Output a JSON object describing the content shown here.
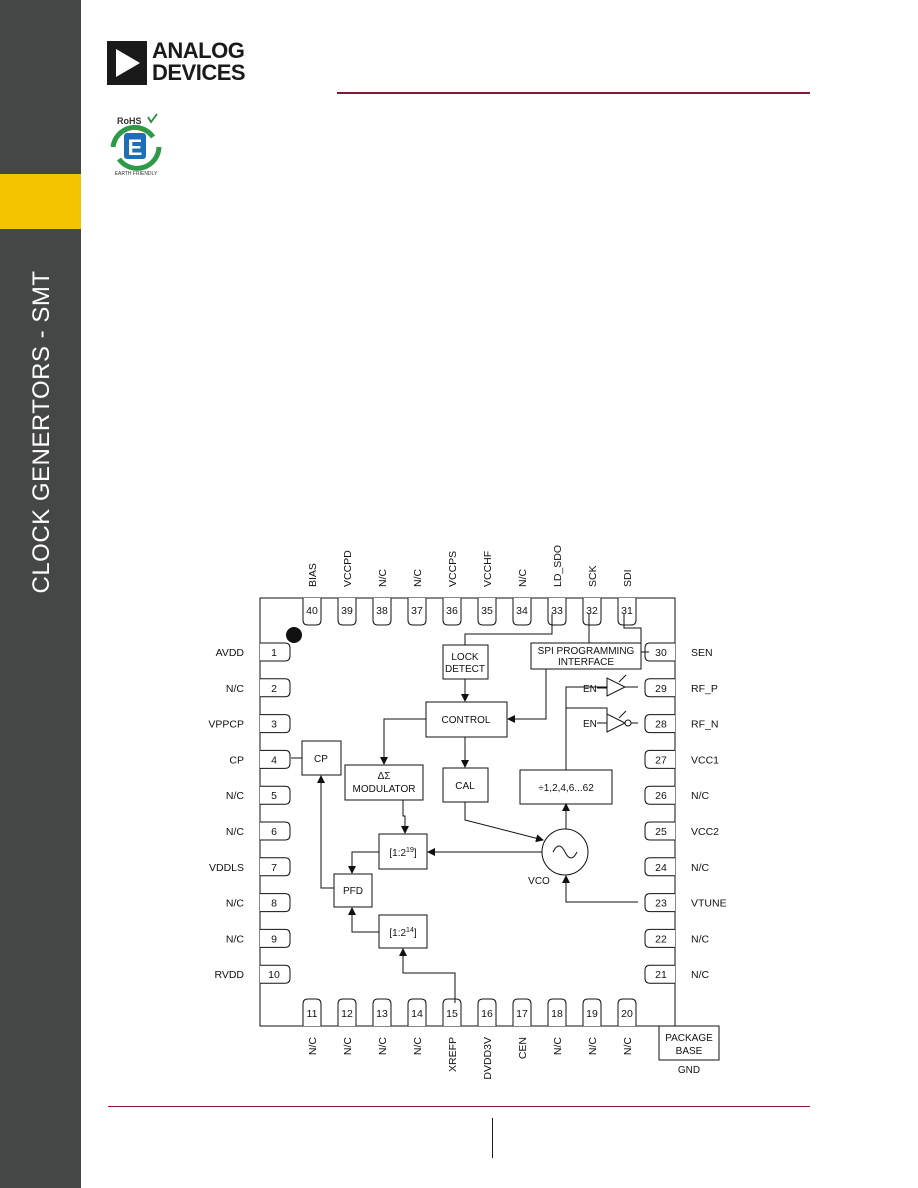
{
  "sidebar": {
    "title": "CLOCK GENERTORS - SMT",
    "bg_color": "#454746",
    "accent_color": "#f5c400"
  },
  "header": {
    "logo_line1": "ANALOG",
    "logo_line2": "DEVICES",
    "rule_color": "#8a1538"
  },
  "badge": {
    "top_text": "RoHS",
    "letter": "E",
    "bottom_text": "EARTH FRIENDLY"
  },
  "diagram": {
    "pins_top": [
      {
        "num": "40",
        "label": "BIAS"
      },
      {
        "num": "39",
        "label": "VCCPD"
      },
      {
        "num": "38",
        "label": "N/C"
      },
      {
        "num": "37",
        "label": "N/C"
      },
      {
        "num": "36",
        "label": "VCCPS"
      },
      {
        "num": "35",
        "label": "VCCHF"
      },
      {
        "num": "34",
        "label": "N/C"
      },
      {
        "num": "33",
        "label": "LD_SDO"
      },
      {
        "num": "32",
        "label": "SCK"
      },
      {
        "num": "31",
        "label": "SDI"
      }
    ],
    "pins_left": [
      {
        "num": "1",
        "label": "AVDD"
      },
      {
        "num": "2",
        "label": "N/C"
      },
      {
        "num": "3",
        "label": "VPPCP"
      },
      {
        "num": "4",
        "label": "CP"
      },
      {
        "num": "5",
        "label": "N/C"
      },
      {
        "num": "6",
        "label": "N/C"
      },
      {
        "num": "7",
        "label": "VDDLS"
      },
      {
        "num": "8",
        "label": "N/C"
      },
      {
        "num": "9",
        "label": "N/C"
      },
      {
        "num": "10",
        "label": "RVDD"
      }
    ],
    "pins_right": [
      {
        "num": "30",
        "label": "SEN"
      },
      {
        "num": "29",
        "label": "RF_P"
      },
      {
        "num": "28",
        "label": "RF_N"
      },
      {
        "num": "27",
        "label": "VCC1"
      },
      {
        "num": "26",
        "label": "N/C"
      },
      {
        "num": "25",
        "label": "VCC2"
      },
      {
        "num": "24",
        "label": "N/C"
      },
      {
        "num": "23",
        "label": "VTUNE"
      },
      {
        "num": "22",
        "label": "N/C"
      },
      {
        "num": "21",
        "label": "N/C"
      }
    ],
    "pins_bottom": [
      {
        "num": "11",
        "label": "N/C"
      },
      {
        "num": "12",
        "label": "N/C"
      },
      {
        "num": "13",
        "label": "N/C"
      },
      {
        "num": "14",
        "label": "N/C"
      },
      {
        "num": "15",
        "label": "XREFP"
      },
      {
        "num": "16",
        "label": "DVDD3V"
      },
      {
        "num": "17",
        "label": "CEN"
      },
      {
        "num": "18",
        "label": "N/C"
      },
      {
        "num": "19",
        "label": "N/C"
      },
      {
        "num": "20",
        "label": "N/C"
      }
    ],
    "blocks": {
      "lock_detect_1": "LOCK",
      "lock_detect_2": "DETECT",
      "spi_1": "SPI PROGRAMMING",
      "spi_2": "INTERFACE",
      "control": "CONTROL",
      "cp": "CP",
      "modulator_1": "ΔΣ",
      "modulator_2": "MODULATOR",
      "cal": "CAL",
      "divider": "÷1,2,4,6...62",
      "div_n_base": "[1:2",
      "div_n_exp": "19",
      "div_n_end": "]",
      "div_r_base": "[1:2",
      "div_r_exp": "14",
      "div_r_end": "]",
      "pfd": "PFD",
      "vco": "VCO",
      "en1": "EN",
      "en2": "EN",
      "package_1": "PACKAGE",
      "package_2": "BASE",
      "gnd": "GND"
    }
  }
}
